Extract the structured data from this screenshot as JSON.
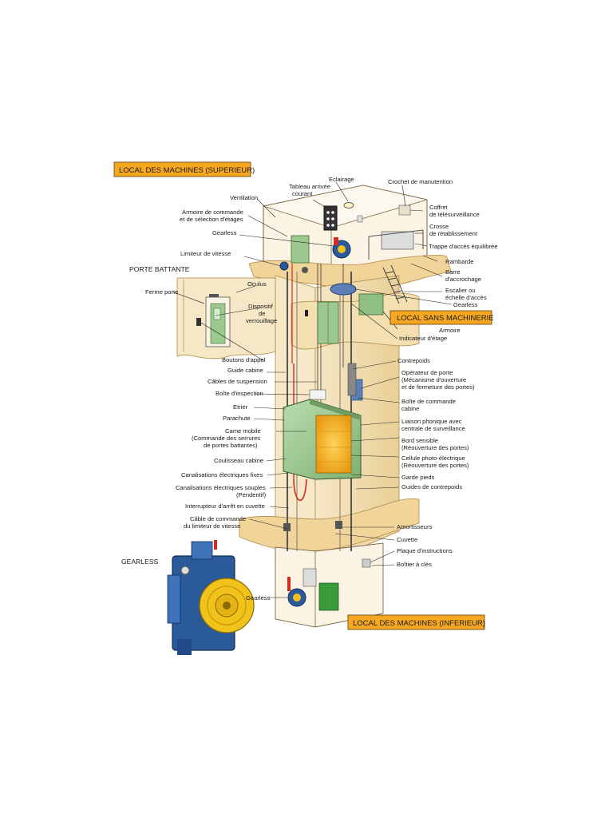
{
  "boxes": {
    "top": "LOCAL DES MACHINES (SUPERIEUR)",
    "mid": "LOCAL SANS MACHINERIE",
    "bottom": "LOCAL DES MACHINES (INFERIEUR)"
  },
  "headings": {
    "porte": "PORTE BATTANTE",
    "gearless": "GEARLESS"
  },
  "labels_top": {
    "ventilation": "Ventilation",
    "tableau1": "Tableau arrivée",
    "tableau2": "courant",
    "eclairage": "Eclairage",
    "crochet": "Crochet de manutention",
    "armoire1": "Armoire de commande",
    "armoire2": "et de sélection d'étages",
    "coffret1": "Coffret",
    "coffret2": "de télésurveillance",
    "crosse1": "Crosse",
    "crosse2": "de rétablissement",
    "gearless": "Gearless",
    "trappe": "Trappe d'accès équilibrée",
    "limiteur": "Limiteur de vitesse",
    "rambarde": "Rambarde",
    "barre1": "Barre",
    "barre2": "d'accrochage",
    "escalier1": "Escalier ou",
    "escalier2": "échelle d'accès",
    "gearless2": "Gearless"
  },
  "labels_porte": {
    "ferme": "Ferme porte",
    "oculus": "Oculus",
    "dispositif1": "Dispositif",
    "dispositif2": "de",
    "dispositif3": "verrouillage",
    "boutons": "Boutons d'appel"
  },
  "labels_left": {
    "guide": "Guide cabine",
    "cables": "Câbles de suspension",
    "boite": "Boîte d'inspection",
    "etrier": "Etrier",
    "parachute": "Parachute",
    "came1": "Came mobile",
    "came2": "(Commande des serrures",
    "came3": "de portes battantes)",
    "coulisseau": "Coulisseau cabine",
    "canal_fixes": "Canalisations électriques fixes",
    "canal_souples": "Canalisations électriques souples",
    "pendentif": "(Pendentif)",
    "interrupteur": "Interrupteur d'arrêt en cuvette",
    "cable1": "Câble de commande",
    "cable2": "du limiteur de vitesse"
  },
  "labels_right": {
    "armoire": "Armoire",
    "indicateur": "Indicateur d'étage",
    "contrepoids": "Contrepoids",
    "operateur1": "Opérateur de porte",
    "operateur2": "(Mécanisme d'ouverture",
    "operateur3": "et de fermeture des portes)",
    "boite1": "Boîte de commande",
    "boite2": "cabine",
    "liaison1": "Liaison phonique avec",
    "liaison2": "centrale de surveillance",
    "bord1": "Bord sensible",
    "bord2": "(Réouverture des portes)",
    "cellule1": "Cellule photo-électrique",
    "cellule2": "(Réouverture des portes)",
    "garde": "Garde pieds",
    "guides": "Guides de contrepoids",
    "amortisseurs": "Amortisseurs",
    "cuvette": "Cuvette",
    "plaque": "Plaque d'instructions",
    "boitier": "Boîtier à clés",
    "gearless_bottom": "Gearless"
  },
  "colors": {
    "label_fill": "#f7a823",
    "label_border": "#5a3a10",
    "wall": "#f3e2bb",
    "wall_edge": "#c7a56a",
    "shaft": "#fbf1dc",
    "cabin_glass": "#9cc98f",
    "cabin_door": "#f6b21e",
    "motor_blue": "#2a5a9a",
    "motor_yellow": "#f0c21a",
    "rail_red": "#d42b1e",
    "line": "#222222"
  }
}
